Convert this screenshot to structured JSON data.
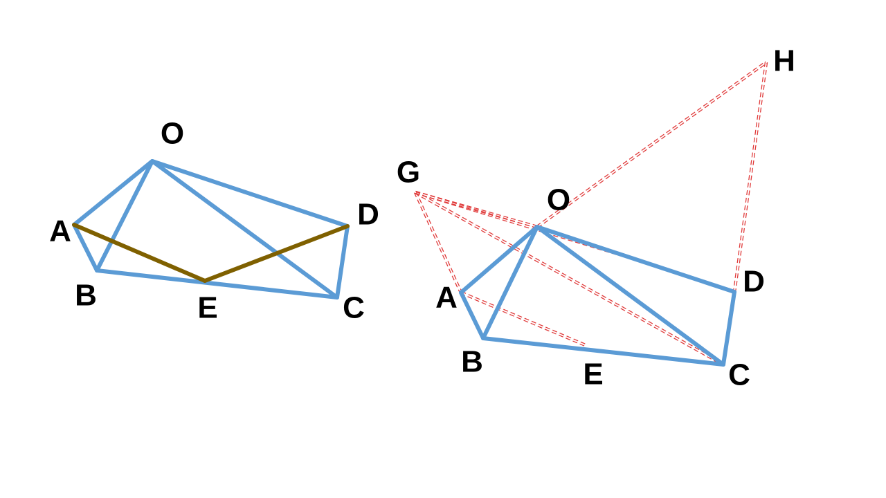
{
  "colors": {
    "edge": "#5b9bd5",
    "path": "#7f6000",
    "auxiliary": "#e03a3a",
    "label": "#000000"
  },
  "left_figure": {
    "labels": {
      "O": "O",
      "A": "A",
      "B": "B",
      "E": "E",
      "C": "C",
      "D": "D"
    },
    "edges": [
      [
        "O",
        "A"
      ],
      [
        "O",
        "B"
      ],
      [
        "O",
        "C"
      ],
      [
        "O",
        "D"
      ],
      [
        "A",
        "B"
      ],
      [
        "B",
        "C"
      ],
      [
        "C",
        "D"
      ]
    ],
    "path_edges": [
      [
        "A",
        "E"
      ],
      [
        "E",
        "D"
      ]
    ]
  },
  "right_figure": {
    "labels": {
      "H": "H",
      "G": "G",
      "O": "O",
      "D": "D",
      "A": "A",
      "B": "B",
      "E": "E",
      "C": "C"
    },
    "edges": [
      [
        "O",
        "A"
      ],
      [
        "O",
        "B"
      ],
      [
        "O",
        "C"
      ],
      [
        "O",
        "D"
      ],
      [
        "A",
        "B"
      ],
      [
        "B",
        "C"
      ],
      [
        "C",
        "D"
      ]
    ],
    "auxiliary_edges": [
      [
        "O",
        "H"
      ],
      [
        "H",
        "D"
      ],
      [
        "G",
        "A"
      ],
      [
        "G",
        "O"
      ],
      [
        "G",
        "C"
      ],
      [
        "G",
        "O_D"
      ],
      [
        "A",
        "B"
      ],
      [
        "A",
        "E"
      ]
    ]
  }
}
